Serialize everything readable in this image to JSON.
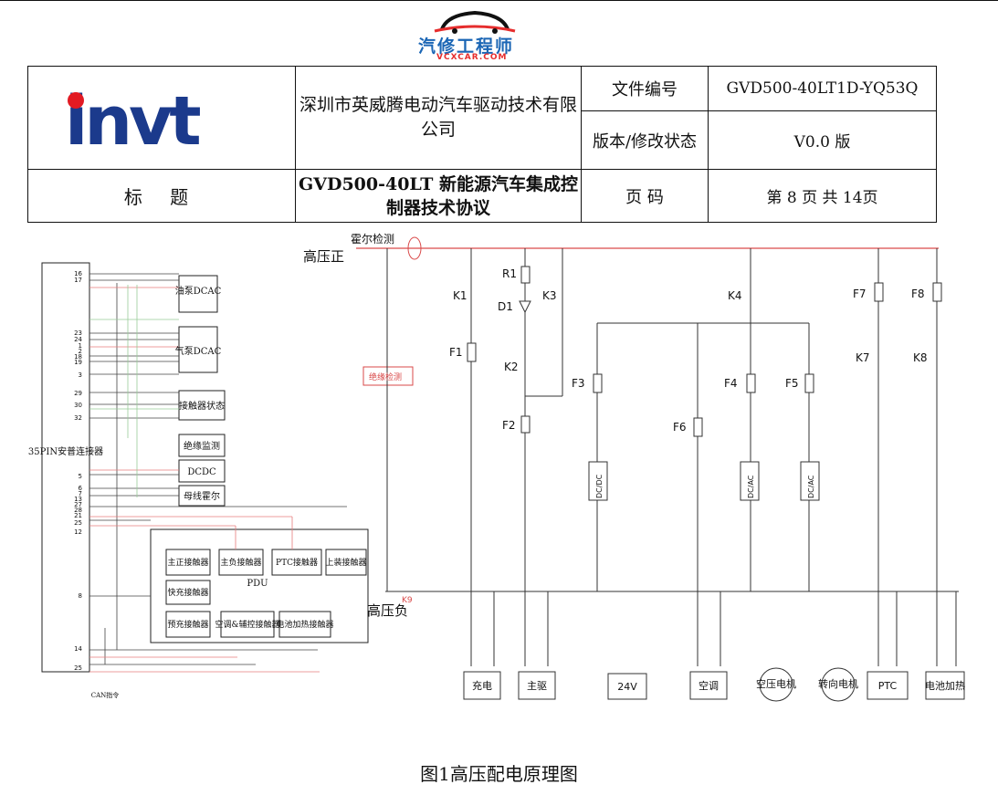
{
  "watermark": {
    "brand": "汽修工程师",
    "url": "VCXCAR.COM"
  },
  "header": {
    "logo_text": "invt",
    "company": "深圳市英威腾电动汽车驱动技术有限公司",
    "doc_no_label": "文件编号",
    "doc_no": "GVD500-40LT1D-YQ53Q",
    "version_label": "版本/修改状态",
    "version": "V0.0 版",
    "title_label": "标 题",
    "title": "GVD500-40LT 新能源汽车集成控制器技术协议",
    "page_label": "页 码",
    "page": "第 8 页 共 14页"
  },
  "connector": {
    "label": "35PIN安普连接器",
    "pins": [
      "16",
      "17",
      "23",
      "24",
      "1",
      "2",
      "18",
      "19",
      "3",
      "29",
      "30",
      "32",
      "5",
      "6",
      "7",
      "13",
      "27",
      "28",
      "21",
      "25",
      "12",
      "8",
      "14",
      "25"
    ]
  },
  "modules": {
    "oil_pump": "油泵DCAC",
    "air_pump": "气泵DCAC",
    "contactor_state": "接触器状态",
    "insulation_monitor": "绝缘监测",
    "dcdc": "DCDC",
    "busbar_hall": "母线霍尔",
    "pdu": "PDU",
    "main_pos": "主正接触器",
    "main_neg": "主负接触器",
    "ptc_contactor": "PTC接触器",
    "upper_contactor": "上装接触器",
    "fast_charge": "快充接触器",
    "precharge": "预充接触器",
    "ac_aux": "空调&辅控接触器",
    "battery_heat": "电池加热接触器",
    "can": "CAN指令"
  },
  "hv": {
    "pos": "高压正",
    "neg": "高压负",
    "hall": "霍尔检测",
    "insul": "绝缘检测",
    "k9": "K9",
    "labels": [
      "K1",
      "F1",
      "R1",
      "D1",
      "K2",
      "F2",
      "K3",
      "F3",
      "F6",
      "K4",
      "F4",
      "F5",
      "F7",
      "K7",
      "F8",
      "K8"
    ],
    "conv": [
      "DC/DC",
      "DC/AC",
      "DC/AC"
    ],
    "loads": [
      "充电",
      "主驱",
      "24V",
      "空调",
      "空压电机",
      "转向电机",
      "PTC",
      "电池加热"
    ]
  },
  "caption": "图1高压配电原理图"
}
